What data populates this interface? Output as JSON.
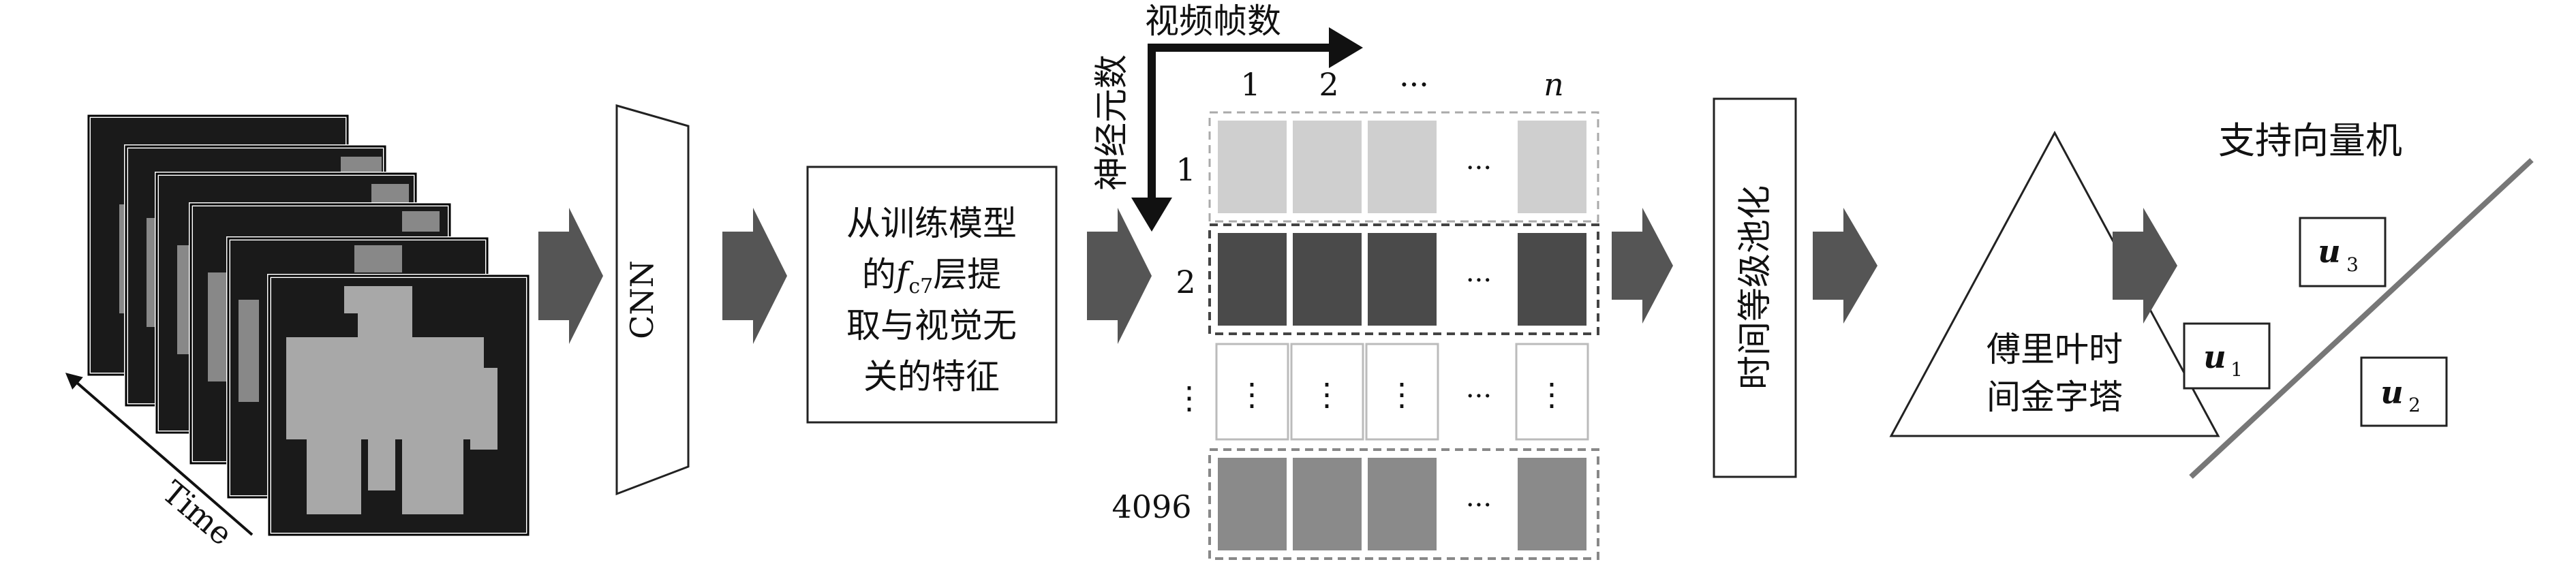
{
  "time_label": "Time",
  "cnn_label": "CNN",
  "feature_box": {
    "line1": "从训练模型",
    "line2_pre": "的",
    "line2_fc": "f",
    "line2_sub": "c7",
    "line2_post": "层提",
    "line3": "取与视觉无",
    "line4": "关的特征"
  },
  "matrix": {
    "x_axis_label": "视频帧数",
    "y_axis_label": "神经元数",
    "col_labels": [
      "1",
      "2",
      "···",
      "n"
    ],
    "row_labels": [
      "1",
      "2",
      "⋮",
      "4096"
    ],
    "ellipsis_h": "···",
    "ellipsis_v": "⋮"
  },
  "pooling_label": "时间等级池化",
  "pyramid": {
    "line1": "傅里叶时",
    "line2": "间金字塔"
  },
  "svm": {
    "title": "支持向量机",
    "u1_base": "u",
    "u1_sub": "1",
    "u2_base": "u",
    "u2_sub": "2",
    "u3_base": "u",
    "u3_sub": "3"
  },
  "colors": {
    "light_cell": "#cfcfcf",
    "dark_cell": "#4a4a4a",
    "mid_cell": "#8a8a8a",
    "arrow": "#555555",
    "svm_line": "#777777"
  }
}
